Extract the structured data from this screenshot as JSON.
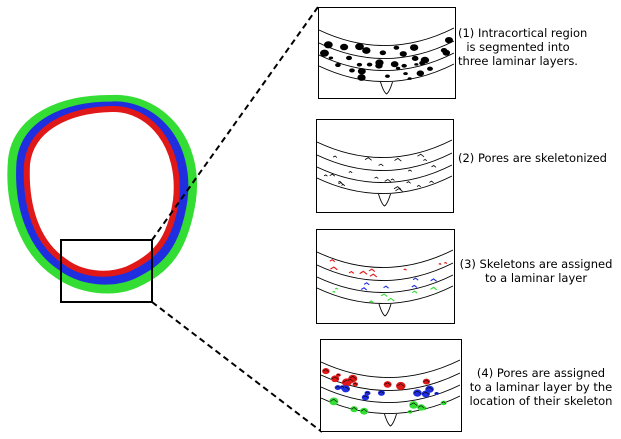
{
  "colors": {
    "outer_layer": "#33dd33",
    "middle_layer": "#1f2fe0",
    "inner_layer": "#e01818",
    "pore_fill": "#000000",
    "outline": "#000000"
  },
  "steps": [
    {
      "lines": [
        "(1) Intracortical region",
        "is segmented into",
        "three laminar layers."
      ],
      "align": "center",
      "panel_style": "segmented"
    },
    {
      "lines": [
        "(2) Pores are skeletonized"
      ],
      "align": "left",
      "panel_style": "skeleton"
    },
    {
      "lines": [
        "(3) Skeletons are assigned",
        "to a laminar layer"
      ],
      "align": "center",
      "panel_style": "assigned-skeleton"
    },
    {
      "lines": [
        "(4)  Pores are assigned",
        "to a laminar layer by the",
        "location of their skeleton"
      ],
      "align": "center",
      "panel_style": "assigned-pores"
    }
  ]
}
